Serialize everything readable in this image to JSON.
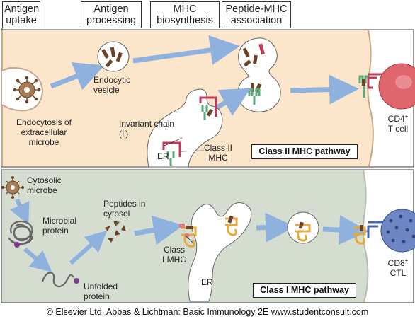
{
  "stages": {
    "antigen_uptake": "Antigen uptake",
    "antigen_processing": "Antigen processing",
    "mhc_biosynthesis": "MHC biosynthesis",
    "peptide_mhc_association": "Peptide-MHC association"
  },
  "class2": {
    "endocytosis": "Endocytosis of extracellular microbe",
    "endocytic_vesicle": "Endocytic vesicle",
    "invariant_chain": "Invariant chain (I",
    "invariant_sub": "i",
    "invariant_close": ")",
    "er": "ER",
    "class2_mhc": "Class II MHC",
    "pathway": "Class II MHC pathway",
    "tcell_cd": "CD4",
    "tcell_sup": "+",
    "tcell_name": "T cell"
  },
  "class1": {
    "cytosolic_microbe": "Cytosolic microbe",
    "microbial_protein": "Microbial protein",
    "peptides_cytosol": "Peptides in cytosol",
    "unfolded_protein": "Unfolded protein",
    "class1_mhc": "Class I MHC",
    "er": "ER",
    "pathway": "Class I MHC pathway",
    "ctl_cd": "CD8",
    "ctl_sup": "+",
    "ctl_name": "CTL"
  },
  "credit": "© Elsevier Ltd. Abbas & Lichtman: Basic Immunology 2E www.studentconsult.com",
  "colors": {
    "class2_background": "#fbe6cc",
    "class1_background": "#d5ddd0",
    "arrow": "#8fb1de",
    "peptide": "#6b4226",
    "class2_mhc": "#5aa97a",
    "invariant_chain": "#c0395a",
    "class1_mhc": "#e8a93a",
    "cd4_cell": "#e0666e",
    "cd8_cell": "#6e86c4",
    "tcr": "#4266b0"
  }
}
